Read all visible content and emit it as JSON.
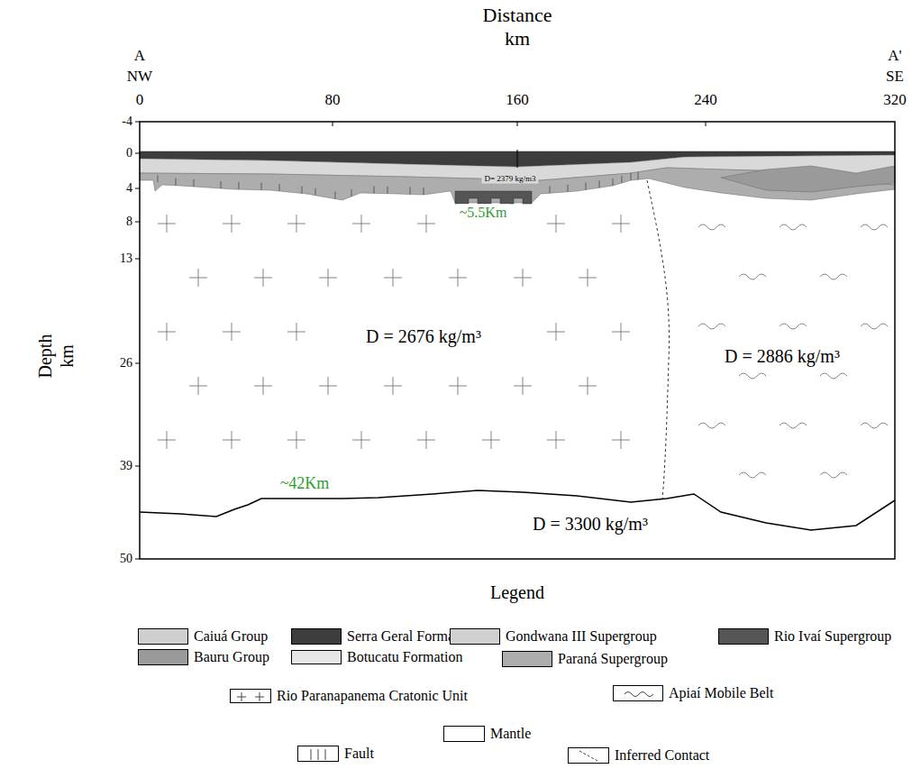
{
  "diagram": {
    "labels": [
      "Distance km",
      "A",
      "NW",
      "A'",
      "SE",
      "0",
      "80",
      "160",
      "240",
      "320",
      "Depth km",
      "-4",
      "0",
      "4",
      "8",
      "13",
      "26",
      "39",
      "50",
      "D= 2379 kg/m3",
      "~5.5Km",
      "D = 2676 kg/m³",
      "D = 2886 kg/m³",
      "~42Km",
      "D = 3300 kg/m³",
      "Legend"
    ],
    "legend": [
      {
        "text": "Caiuá Group",
        "color": "#cfcfcf"
      },
      {
        "text": "Serra Geral Formation",
        "color": "#3d3d3d"
      },
      {
        "text": "Gondwana III Supergroup",
        "color": "#d0d0d0"
      },
      {
        "text": "Rio Ivaí Supergroup",
        "color": "#555555"
      },
      {
        "text": "Bauru Group",
        "color": "#9a9a9a"
      },
      {
        "text": "Botucatu Formation",
        "color": "#e6e6e6"
      },
      {
        "text": "Paraná Supergroup",
        "color": "#adadad"
      },
      {
        "text": "Rio Paranapanema Cratonic Unit"
      },
      {
        "text": "Apiaí Mobile Belt"
      },
      {
        "text": "Mantle",
        "color": "#ffffff"
      },
      {
        "text": "Fault"
      },
      {
        "text": "Inferred Contact"
      }
    ]
  }
}
